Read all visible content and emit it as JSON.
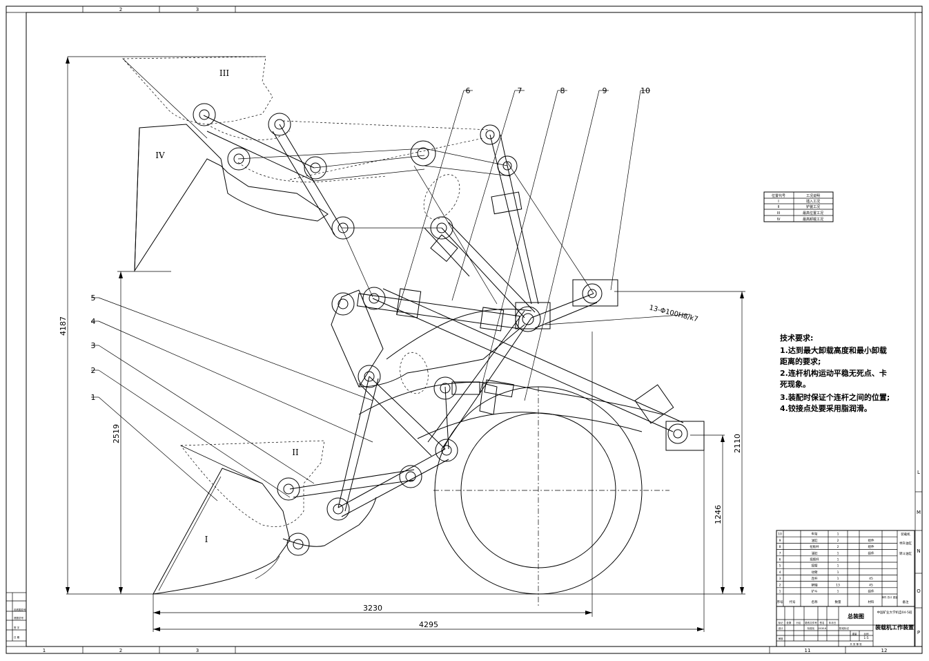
{
  "frame": {
    "top_zones": [
      "2",
      "3"
    ],
    "bottom_zones": [
      "1",
      "2",
      "3",
      "11",
      "12"
    ],
    "side_zones": [
      "L",
      "M",
      "N",
      "O",
      "P"
    ]
  },
  "part_labels": [
    "1",
    "2",
    "3",
    "4",
    "5",
    "6",
    "7",
    "8",
    "9",
    "10"
  ],
  "positions": {
    "pos_I": "I",
    "pos_II": "II",
    "pos_III": "III",
    "pos_IV": "IV"
  },
  "dimensions": {
    "d4187": "4187",
    "d2519": "2519",
    "d3230": "3230",
    "d4295": "4295",
    "d2110": "2110",
    "d1246": "1246"
  },
  "pin_spec": "13-Φ100H8/k7",
  "position_table": {
    "headers": [
      "位置代号",
      "工况说明"
    ],
    "rows": [
      [
        "I",
        "插入工况"
      ],
      [
        "II",
        "铲装工况"
      ],
      [
        "III",
        "最高位置工况"
      ],
      [
        "IV",
        "最高卸载工况"
      ]
    ]
  },
  "tech_requirements": {
    "title": "技术要求:",
    "lines": [
      "1.达到最大卸载高度和最小卸载",
      "距离的要求;",
      "2.连杆机构运动平稳无死点、卡",
      "死现象。",
      "3.装配时保证个连杆之间的位置;",
      "4.铰接点处要采用脂润滑。"
    ]
  },
  "parts_list": [
    {
      "no": "10",
      "name": "车架",
      "qty": "1",
      "note": ""
    },
    {
      "no": "9",
      "name": "油缸",
      "qty": "2",
      "note": "组件"
    },
    {
      "no": "8",
      "name": "拉板杆",
      "qty": "2",
      "note": "组件"
    },
    {
      "no": "7",
      "name": "油缸",
      "qty": "1",
      "note": "组件"
    },
    {
      "no": "6",
      "name": "摇臂杆",
      "qty": "1",
      "note": ""
    },
    {
      "no": "5",
      "name": "摇臂",
      "qty": "1",
      "note": ""
    },
    {
      "no": "4",
      "name": "动臂",
      "qty": "1",
      "note": ""
    },
    {
      "no": "3",
      "name": "连杆",
      "qty": "1",
      "note": "45"
    },
    {
      "no": "2",
      "name": "销轴",
      "qty": "13",
      "note": "45"
    },
    {
      "no": "1",
      "name": "铲斗",
      "qty": "1",
      "note": "组件"
    }
  ],
  "parts_header": {
    "no": "序号",
    "code": "代号",
    "name": "名称",
    "qty": "数量",
    "material": "材料",
    "weight": "单件 总计 重量",
    "note": "备注"
  },
  "side_notes": [
    "装载机",
    "举升油缸",
    "转斗油缸"
  ],
  "title_block": {
    "drawing_title": "总装图",
    "product": "装载机工作装置",
    "school": "中国矿业大学机自04-5班",
    "scale": "1:5",
    "roles": [
      "标记",
      "处数",
      "分区",
      "更改文件号",
      "签名",
      "年月日"
    ],
    "roles2": [
      "设计",
      "标准化",
      "阶段标记",
      "重量",
      "比例"
    ],
    "roles3": [
      "审核",
      "共 张 第 张"
    ],
    "date": "2008.6"
  },
  "left_strip": [
    "借(通)用件登记",
    "旧底图总号",
    "底图总号",
    "签 字",
    "日 期"
  ]
}
